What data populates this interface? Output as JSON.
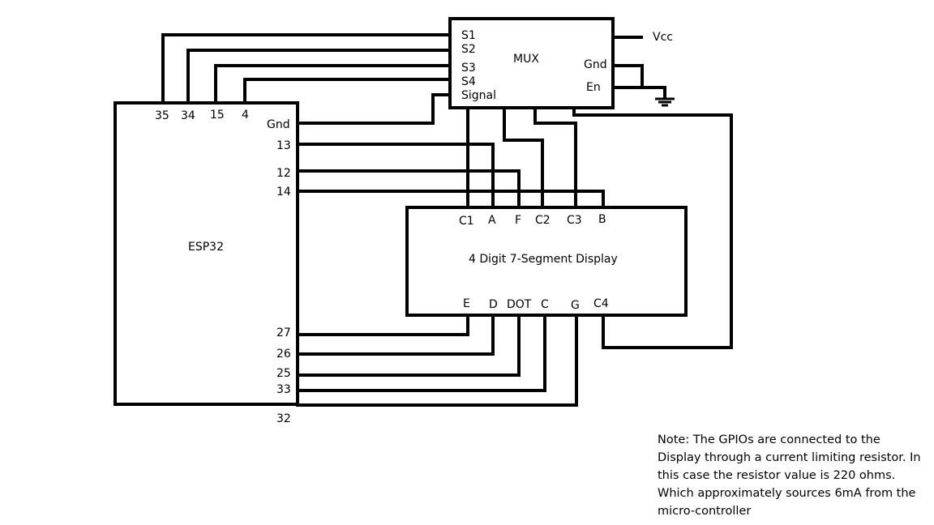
{
  "esp32": {
    "name": "ESP32",
    "top_pins": [
      "35",
      "34",
      "15",
      "4"
    ],
    "right_pins": [
      "Gnd",
      "13",
      "12",
      "14",
      "27",
      "26",
      "25",
      "33",
      "32"
    ]
  },
  "mux": {
    "name": "MUX",
    "left_pins": [
      "S1",
      "S2",
      "S3",
      "S4",
      "Signal"
    ],
    "right_pins": [
      "Gnd",
      "En"
    ],
    "vcc_label": "Vcc"
  },
  "display": {
    "name": "4 Digit 7-Segment Display",
    "top_pins": [
      "C1",
      "A",
      "F",
      "C2",
      "C3",
      "B"
    ],
    "bottom_pins": [
      "E",
      "D",
      "DOT",
      "C",
      "G",
      "C4"
    ]
  },
  "note": {
    "lines": [
      "Note: The GPIOs are connected to the",
      "Display through a current limiting resistor. In",
      "this case the resistor value is 220 ohms.",
      "Which approximately sources 6mA from the",
      "micro-controller"
    ]
  }
}
